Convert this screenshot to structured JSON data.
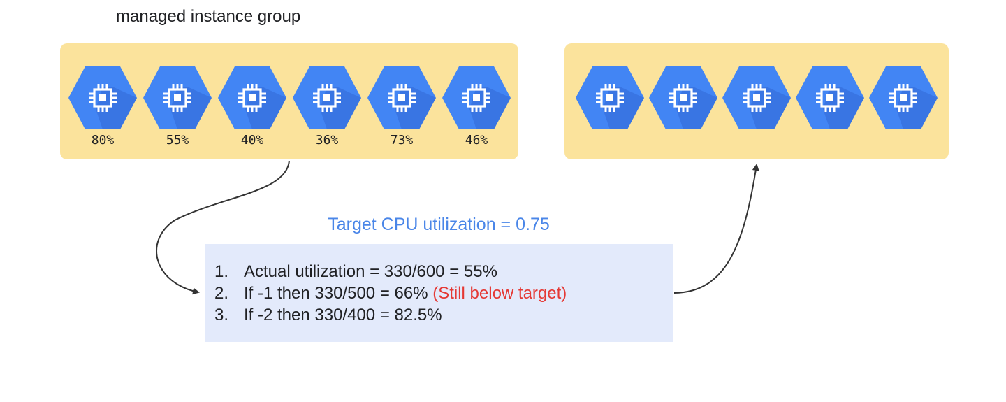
{
  "title": "managed instance group",
  "colors": {
    "group_fill": "#fbe39c",
    "vm_blue": "#4285f4",
    "vm_shadow": "#3367d6",
    "calc_box": "#e3eafb",
    "target_text": "#4a86e8",
    "note_red": "#e53935",
    "arrow": "#333333"
  },
  "vm_icon": "compute-engine-chip-icon",
  "left_group": {
    "instances": [
      {
        "utilization": "80%"
      },
      {
        "utilization": "55%"
      },
      {
        "utilization": "40%"
      },
      {
        "utilization": "36%"
      },
      {
        "utilization": "73%"
      },
      {
        "utilization": "46%"
      }
    ]
  },
  "right_group": {
    "instance_count": 5
  },
  "target": "Target CPU utilization = 0.75",
  "calculations": [
    {
      "num": "1.",
      "text": "Actual utilization = 330/600 = 55%",
      "note": ""
    },
    {
      "num": "2.",
      "text": "If -1 then 330/500 = 66% ",
      "note": "(Still below target)"
    },
    {
      "num": "3.",
      "text": "If -2 then 330/400 = 82.5%",
      "note": ""
    }
  ]
}
